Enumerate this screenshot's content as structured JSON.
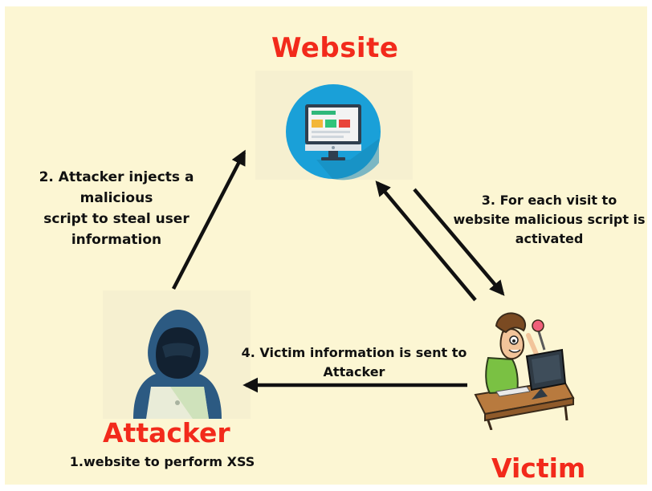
{
  "nodes": {
    "website": {
      "title": "Website",
      "icon": "computer-monitor-icon"
    },
    "attacker": {
      "title": "Attacker",
      "caption": "1.website to perform XSS",
      "icon": "hooded-hacker-icon"
    },
    "victim": {
      "title": "Victim",
      "icon": "user-at-computer-icon"
    }
  },
  "steps": {
    "step2": [
      "2. Attacker injects a",
      "malicious",
      "script to steal user",
      "information"
    ],
    "step3": [
      "3. For each visit to",
      "website malicious script is",
      "activated"
    ],
    "step4": [
      "4. Victim information is sent to",
      "Attacker"
    ]
  },
  "colors": {
    "background": "#fcf6d3",
    "title": "#f22a1b",
    "arrow": "#111111",
    "monitor_circle": "#1aa0d8"
  }
}
